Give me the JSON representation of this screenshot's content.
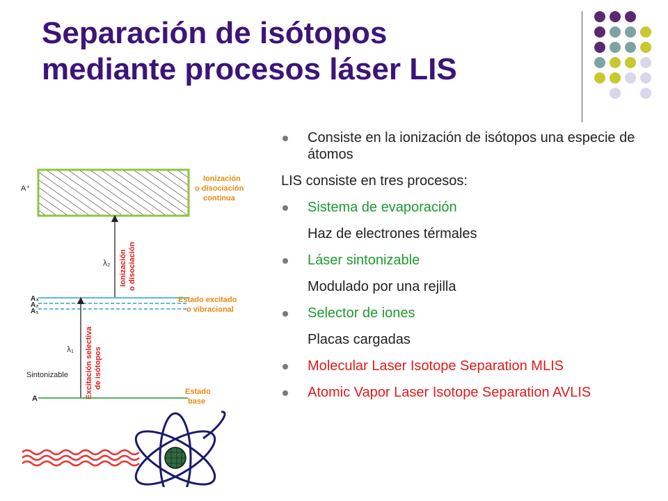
{
  "slide": {
    "title_line1": "Separación de isótopos",
    "title_line2": "mediante procesos láser LIS"
  },
  "bullets": [
    {
      "kind": "bullet",
      "color": "#222222",
      "text": "Consiste en la ionización de isótopos una especie de átomos"
    },
    {
      "kind": "plain",
      "color": "#222222",
      "text": "LIS consiste en tres procesos:"
    },
    {
      "kind": "bullet",
      "color": "#1e9a2f",
      "text": "Sistema de evaporación"
    },
    {
      "kind": "sub",
      "color": "#222222",
      "text": "Haz de electrones térmales"
    },
    {
      "kind": "bullet",
      "color": "#1e9a2f",
      "text": "Láser sintonizable"
    },
    {
      "kind": "sub",
      "color": "#222222",
      "text": "Modulado por una rejilla"
    },
    {
      "kind": "bullet",
      "color": "#1e9a2f",
      "text": "Selector de iones"
    },
    {
      "kind": "sub",
      "color": "#222222",
      "text": "Placas cargadas"
    },
    {
      "kind": "bullet",
      "color": "#e01b1b",
      "text": "Molecular Laser Isotope Separation MLIS"
    },
    {
      "kind": "bullet",
      "color": "#e01b1b",
      "text": "Atomic Vapor Laser Isotope Separation AVLIS"
    }
  ],
  "diagram": {
    "ion_level_label": "A⁺",
    "ionization_label_1": "Ionización",
    "ionization_label_2": "o disociación",
    "ionization_label_3": "continua",
    "lambda2": "λ₂",
    "lambda2_arrow_label_1": "Ionización",
    "lambda2_arrow_label_2": "o disociación",
    "level_a3": "A₃",
    "level_a2": "A₂",
    "level_a1": "A₁",
    "excited_label_1": "Estado excitado",
    "excited_label_2": "o vibracional",
    "lambda1": "λ₁",
    "lambda1_arrow_label_1": "Excitación selectiva",
    "lambda1_arrow_label_2": "de isótopos",
    "tunable_label": "Sintonizable",
    "ground_level": "A",
    "ground_label_1": "Estado",
    "ground_label_2": "base"
  },
  "colors": {
    "title": "#3d1478",
    "accent_green": "#1e9a2f",
    "accent_red": "#e01b1b",
    "diagram_orange": "#e88a10",
    "diagram_blue": "#2a9fd6",
    "dot_purple": "#5a2a6e",
    "dot_teal": "#7fa3a3",
    "dot_olive": "#c8c832",
    "dot_lavender": "#d8d8ea"
  },
  "decor": {
    "dots_grid": [
      [
        "purple",
        "purple",
        "purple",
        ""
      ],
      [
        "purple",
        "teal",
        "teal",
        "olive"
      ],
      [
        "purple",
        "teal",
        "teal",
        "olive"
      ],
      [
        "teal",
        "olive",
        "olive",
        "lavender"
      ],
      [
        "olive",
        "olive",
        "lavender",
        "lavender"
      ],
      [
        "",
        "lavender",
        "",
        "lavender"
      ]
    ]
  }
}
